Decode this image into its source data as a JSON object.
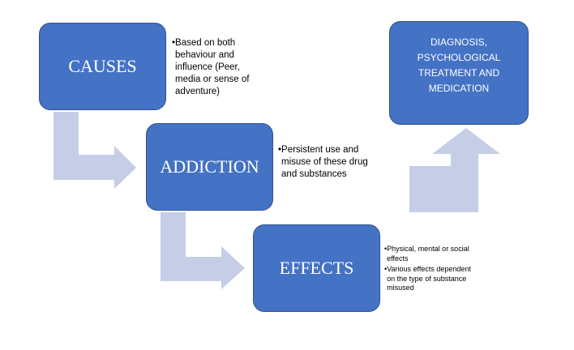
{
  "boxes": {
    "causes": "CAUSES",
    "addiction": "ADDICTION",
    "effects": "EFFECTS",
    "diagnosis": "DIAGNOSIS, PSYCHOLOGICAL TREATMENT AND MEDICATION"
  },
  "notes": {
    "causes": [
      "Based on both behaviour and influence (Peer, media or sense of adventure)"
    ],
    "addiction": [
      "Persistent use and misuse of these drug and substances"
    ],
    "effects": [
      "Physical, mental or social effects",
      "Various effects dependent on the type of substance misused"
    ]
  },
  "bullet": "•",
  "colors": {
    "box_fill": "#4472c4",
    "box_border": "#2f528f",
    "arrow_fill": "#c5cee6"
  }
}
